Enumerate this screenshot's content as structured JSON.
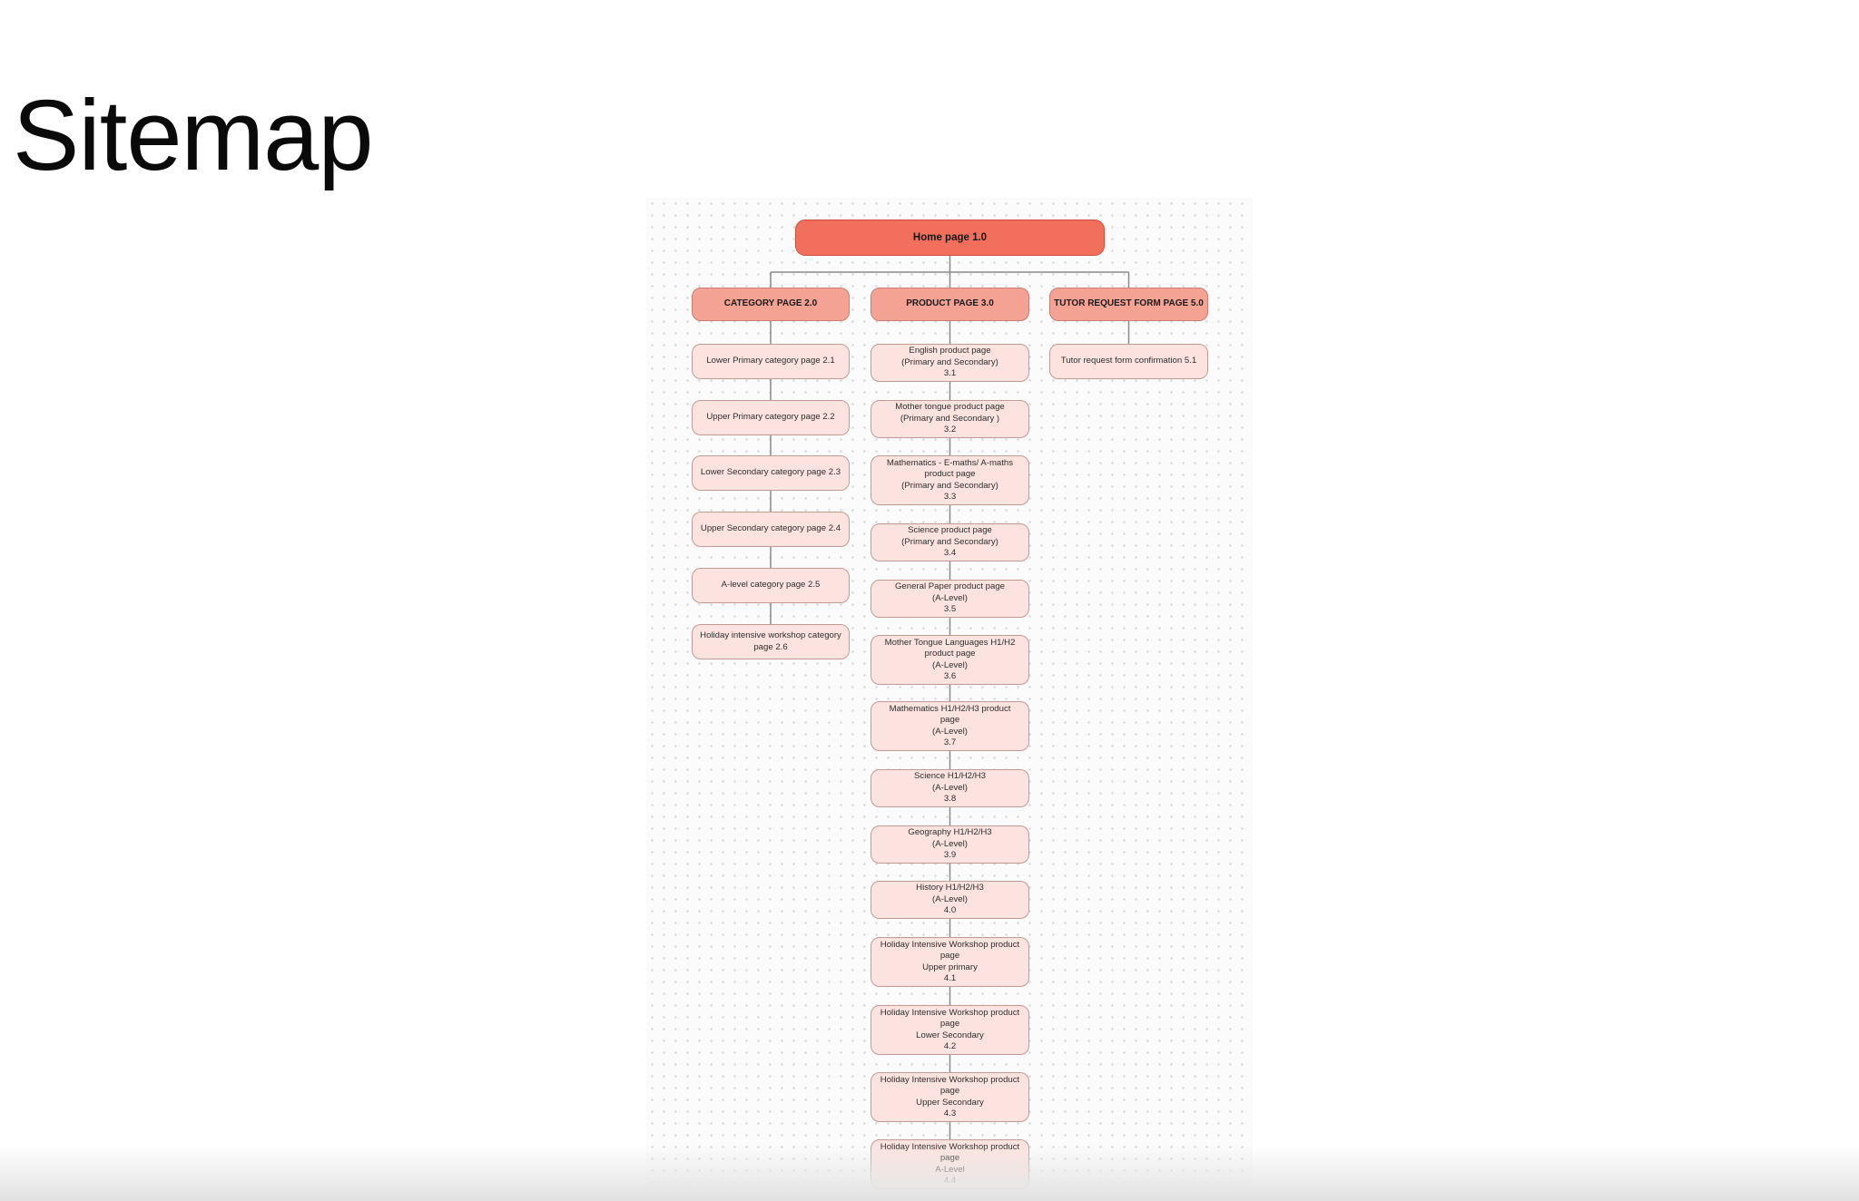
{
  "page": {
    "title": "Sitemap"
  },
  "sitemap": {
    "root": "Home page 1.0",
    "category": {
      "header": "CATEGORY PAGE 2.0",
      "items": [
        "Lower Primary category page 2.1",
        "Upper Primary category page 2.2",
        "Lower Secondary category page 2.3",
        "Upper Secondary category page 2.4",
        "A-level category page 2.5",
        "Holiday intensive workshop category\npage 2.6"
      ]
    },
    "product": {
      "header": "PRODUCT PAGE 3.0",
      "items": [
        "English product page\n(Primary and Secondary)\n3.1",
        "Mother tongue product page\n(Primary and Secondary )\n3.2",
        "Mathematics - E-maths/ A-maths\nproduct page\n(Primary and Secondary)\n3.3",
        "Science product page\n(Primary and Secondary)\n3.4",
        "General Paper product page\n(A-Level)\n3.5",
        "Mother Tongue Languages H1/H2\nproduct page\n(A-Level)\n3.6",
        "Mathematics  H1/H2/H3 product\npage\n(A-Level)\n3.7",
        "Science  H1/H2/H3\n(A-Level)\n3.8",
        "Geography  H1/H2/H3\n(A-Level)\n3.9",
        "History  H1/H2/H3\n(A-Level)\n4.0",
        "Holiday Intensive Workshop product\npage\nUpper primary\n4.1",
        "Holiday Intensive Workshop product\npage\nLower Secondary\n4.2",
        "Holiday Intensive Workshop product\npage\nUpper Secondary\n4.3",
        "Holiday Intensive Workshop product\npage\nA-Level\n4.4"
      ]
    },
    "tutor": {
      "header": "TUTOR REQUEST FORM PAGE 5.0",
      "items": [
        "Tutor request form confirmation 5.1"
      ]
    }
  },
  "colors": {
    "root_fill": "#f26f5c",
    "section_fill": "#f4a294",
    "leaf_fill": "#fde3df",
    "connector": "#8a8a8a"
  }
}
